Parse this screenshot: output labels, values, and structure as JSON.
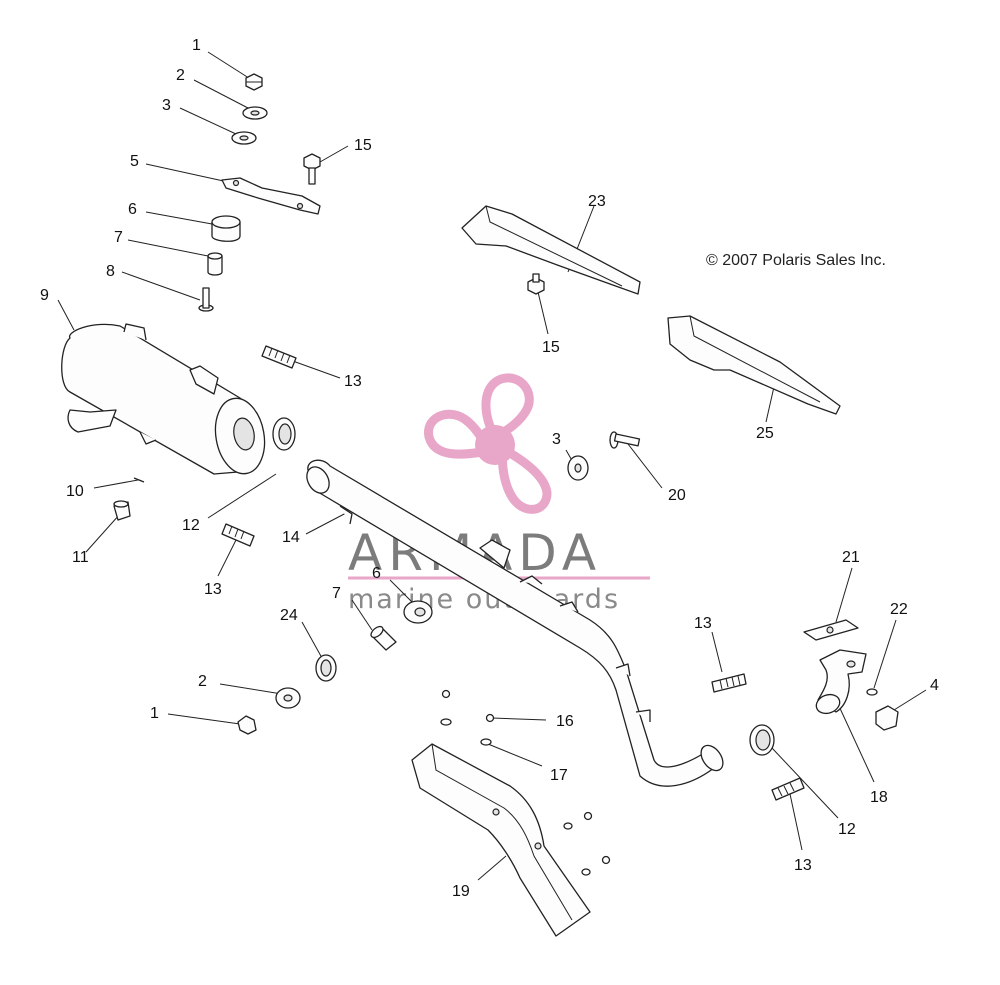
{
  "copyright": "© 2007 Polaris Sales Inc.",
  "watermark": {
    "brand": "ARMADA",
    "tagline": "marine outboards",
    "accent_color": "#e8a6c8",
    "text_color": "#7c7c7c",
    "icon": "propeller-logo-icon"
  },
  "callouts": [
    {
      "id": "c1a",
      "label": "1"
    },
    {
      "id": "c2a",
      "label": "2"
    },
    {
      "id": "c3a",
      "label": "3"
    },
    {
      "id": "c15a",
      "label": "15"
    },
    {
      "id": "c5",
      "label": "5"
    },
    {
      "id": "c6a",
      "label": "6"
    },
    {
      "id": "c7a",
      "label": "7"
    },
    {
      "id": "c8",
      "label": "8"
    },
    {
      "id": "c9",
      "label": "9"
    },
    {
      "id": "c13a",
      "label": "13"
    },
    {
      "id": "c10",
      "label": "10"
    },
    {
      "id": "c11",
      "label": "11"
    },
    {
      "id": "c12a",
      "label": "12"
    },
    {
      "id": "c14",
      "label": "14"
    },
    {
      "id": "c13b",
      "label": "13"
    },
    {
      "id": "c23",
      "label": "23"
    },
    {
      "id": "c15b",
      "label": "15"
    },
    {
      "id": "c25",
      "label": "25"
    },
    {
      "id": "c3b",
      "label": "3"
    },
    {
      "id": "c20",
      "label": "20"
    },
    {
      "id": "c6b",
      "label": "6"
    },
    {
      "id": "c7b",
      "label": "7"
    },
    {
      "id": "c24",
      "label": "24"
    },
    {
      "id": "c21",
      "label": "21"
    },
    {
      "id": "c22",
      "label": "22"
    },
    {
      "id": "c4",
      "label": "4"
    },
    {
      "id": "c13c",
      "label": "13"
    },
    {
      "id": "c2b",
      "label": "2"
    },
    {
      "id": "c1b",
      "label": "1"
    },
    {
      "id": "c16",
      "label": "16"
    },
    {
      "id": "c17",
      "label": "17"
    },
    {
      "id": "c18",
      "label": "18"
    },
    {
      "id": "c12b",
      "label": "12"
    },
    {
      "id": "c13d",
      "label": "13"
    },
    {
      "id": "c19",
      "label": "19"
    }
  ]
}
